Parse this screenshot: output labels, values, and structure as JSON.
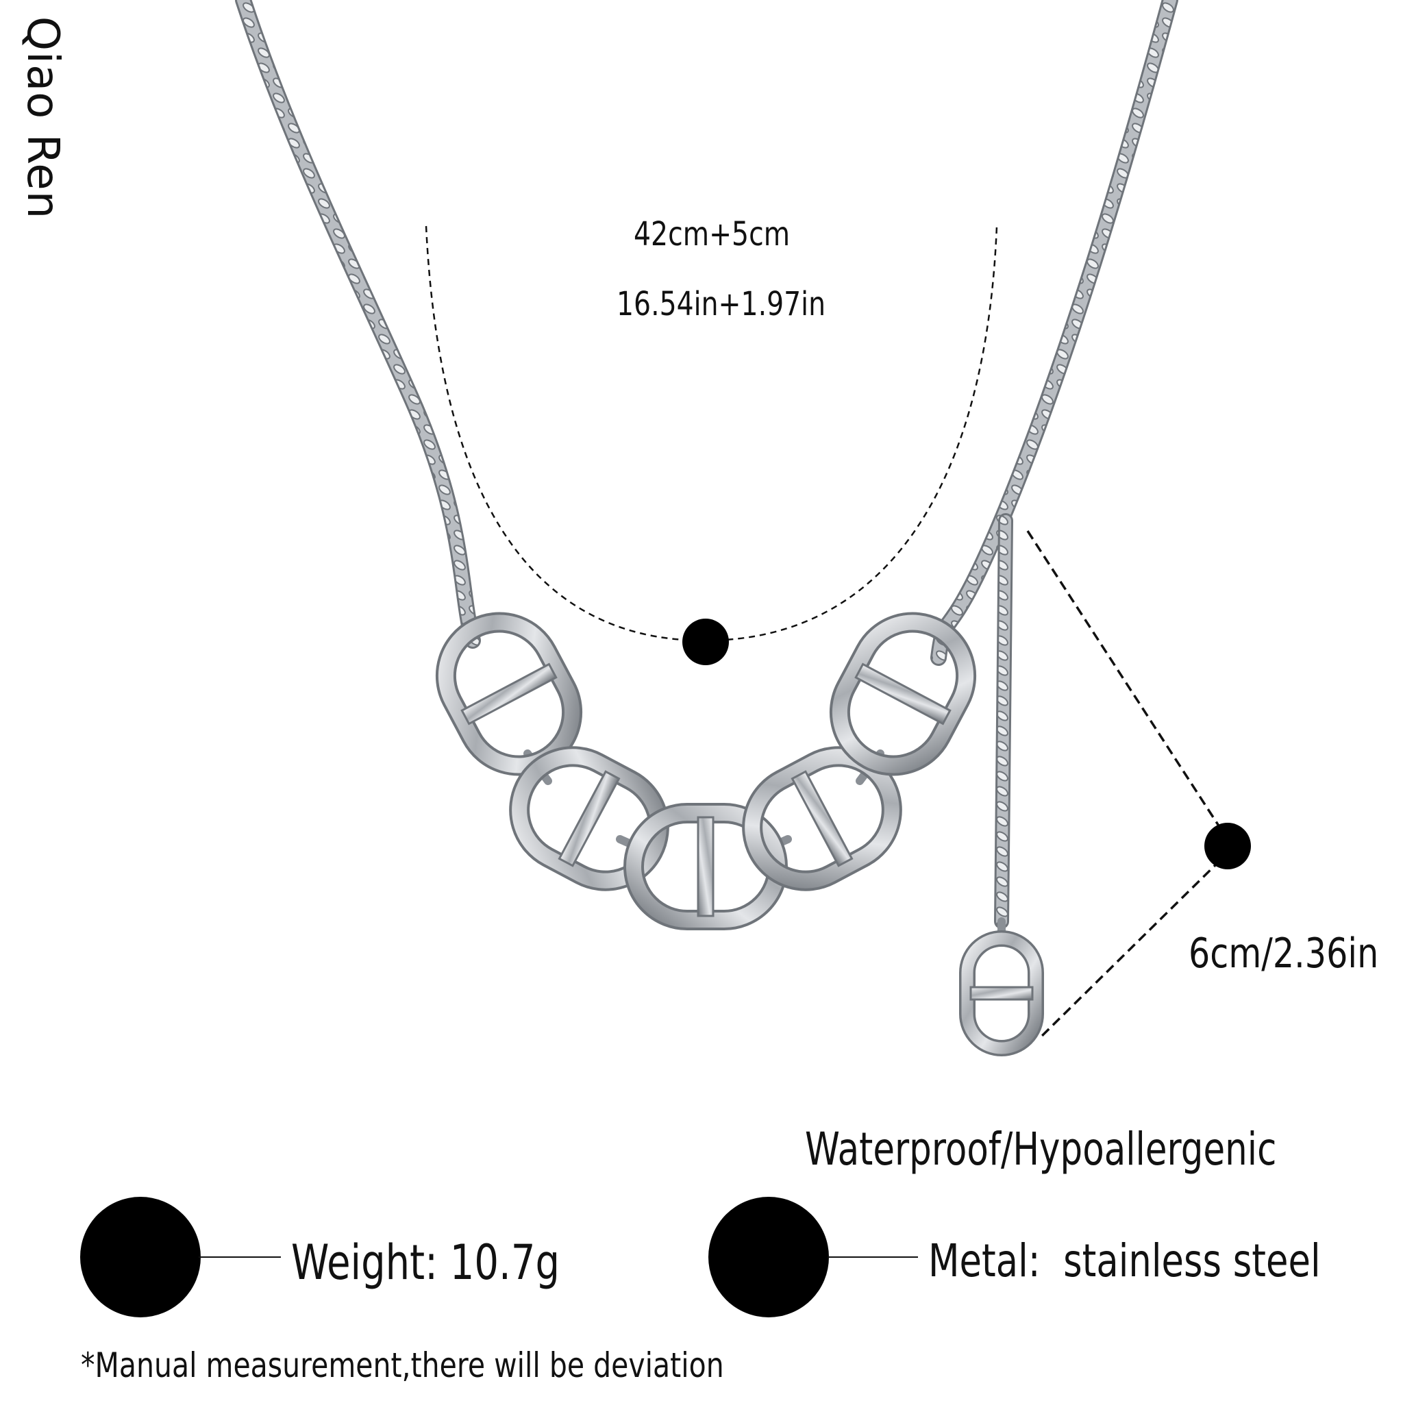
{
  "brand": "Qiao Ren",
  "necklace_length": {
    "cm": "42cm+5cm",
    "inches": "16.54in+1.97in"
  },
  "drop_length": "6cm/2.36in",
  "features": "Waterproof/Hypoallergenic",
  "weight": "Weight: 10.7g",
  "metal": "Metal:  stainless steel",
  "disclaimer": "*Manual measurement,there will be deviation",
  "colors": {
    "background": "#ffffff",
    "text": "#111111",
    "marker": "#000000",
    "metal_dark": "#6f747a",
    "metal_light": "#dfe2e6"
  }
}
